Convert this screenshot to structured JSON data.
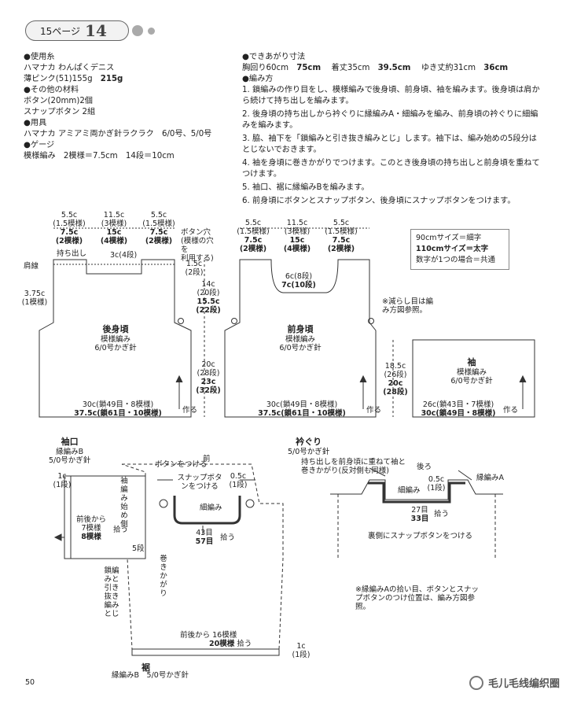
{
  "header": {
    "page_label": "15ページ",
    "pattern_no": "14"
  },
  "materials": {
    "yarn_head": "●使用糸",
    "yarn_line": "ハマナカ わんぱくデニス",
    "yarn_color": "薄ピンク(51)155g",
    "yarn_color_big": "215g",
    "other_head": "●その他の材料",
    "other_1": "ボタン(20mm)2個",
    "other_2": "スナップボタン 2組",
    "tool_head": "●用具",
    "tool_1": "ハマナカ アミアミ両かぎ針ラクラク　6/0号、5/0号",
    "gauge_head": "●ゲージ",
    "gauge_1": "模様編み　2模様＝7.5cm　14段＝10cm"
  },
  "finished": {
    "head": "●できあがり寸法",
    "chest_label": "胸回り60cm",
    "chest_big": "75cm",
    "length_label": "着丈35cm",
    "length_big": "39.5cm",
    "yuki_label": "ゆき丈約31cm",
    "yuki_big": "36cm",
    "method_head": "●編み方"
  },
  "steps": [
    "1. 鎖編みの作り目をし、模様編みで後身頃、前身頃、袖を編みます。後身頃は肩から続けて持ち出しを編みます。",
    "2. 後身頃の持ち出しから衿ぐりに縁編みA・細編みを編み、前身頃の衿ぐりに細編みを編みます。",
    "3. 脇、袖下を「鎖編みと引き抜き編みとじ」します。袖下は、編み始めの5段分はとじないでおきます。",
    "4. 袖を身頃に巻きかがりでつけます。このとき後身頃の持ち出しと前身頃を重ねてつけます。",
    "5. 袖口、裾に縁編みBを編みます。",
    "6. 前身頃にボタンとスナップボタン、後身頃にスナップボタンをつけます。"
  ],
  "legend": {
    "line1": "90cmサイズ＝細字",
    "line2": "110cmサイズ＝太字",
    "line3": "数字が1つの場合＝共通"
  },
  "note_decrease": "※減らし目は編み方図参照。",
  "back": {
    "title": "後身頃",
    "sub1": "模様編み",
    "sub2": "6/0号かぎ針",
    "w_l_small": "5.5c",
    "w_l_small2": "(1.5模様)",
    "w_l_big": "7.5c",
    "w_l_big2": "(2模様)",
    "w_c_small": "11.5c",
    "w_c_small2": "(3模様)",
    "w_c_big": "15c",
    "w_c_big2": "(4模様)",
    "w_r_small": "5.5c",
    "w_r_small2": "(1.5模様)",
    "w_r_big": "7.5c",
    "w_r_big2": "(2模様)",
    "mochidashi": "持ち出し",
    "neck": "3c(4段)",
    "button_hole": "ボタン穴\n(模様の穴を\n利用する)",
    "katasen": "肩線",
    "side_small": "3.75c",
    "side_small2": "(1模様)",
    "bottom_small": "30c(鎖49目・8模様)",
    "bottom_big": "37.5c(鎖61目・10模様)",
    "tsukuru": "作る"
  },
  "center_dims": {
    "a1": "1.5c",
    "a2": "(2段)",
    "b1": "14c",
    "b2": "(20段)",
    "b3": "15.5c",
    "b4": "(22段)",
    "c1": "20c",
    "c2": "(28段)",
    "c3": "23c",
    "c4": "(32段)"
  },
  "front": {
    "title": "前身頃",
    "sub1": "模様編み",
    "sub2": "6/0号かぎ針",
    "w_l_small": "5.5c",
    "w_l_small2": "(1.5模様)",
    "w_l_big": "7.5c",
    "w_l_big2": "(2模様)",
    "w_c_small": "11.5c",
    "w_c_small2": "(3模様)",
    "w_c_big": "15c",
    "w_c_big2": "(4模様)",
    "w_r_small": "5.5c",
    "w_r_small2": "(1.5模様)",
    "w_r_big": "7.5c",
    "w_r_big2": "(2模様)",
    "neck_small": "6c(8段)",
    "neck_big": "7c(10段)",
    "bottom_small": "30c(鎖49目・8模様)",
    "bottom_big": "37.5c(鎖61目・10模様)",
    "tsukuru": "作る"
  },
  "sleeve": {
    "title": "袖",
    "sub1": "模様編み",
    "sub2": "6/0号かぎ針",
    "h1": "18.5c",
    "h2": "(26段)",
    "h3": "20c",
    "h4": "(28段)",
    "bottom_small": "26c(鎖43目・7模様)",
    "bottom_big": "30c(鎖49目・8模様)",
    "tsukuru": "作る"
  },
  "cuff": {
    "title": "袖口",
    "sub1": "縁編みB",
    "sub2": "5/0号かぎ針",
    "c1": "1c",
    "c2": "(1段)",
    "pick1": "前後から",
    "pick2": "7模様",
    "pick3": "8模様",
    "pick4": "拾う",
    "start": "袖編み始め側",
    "five": "5段",
    "maki": "巻きかがり",
    "toji": "鎖編みと引き抜き編みとじ"
  },
  "hem": {
    "title": "裾",
    "sub1": "縁編みB",
    "sub2": "5/0号かぎ針",
    "pick_a": "前後から",
    "pick_b": "16模様",
    "pick_c": "20模様",
    "pick_d": "拾う",
    "c1": "1c",
    "c2": "(1段)"
  },
  "collar": {
    "title": "衿ぐり",
    "sub": "5/0号かぎ針",
    "mae": "前",
    "ushiro": "後ろ",
    "button": "ボタンをつける",
    "snap": "スナップボタンをつける",
    "hosoami": "細編み",
    "c05": "0.5c",
    "c05b": "(1段)",
    "p1": "43目",
    "p2": "57目",
    "p3": "拾う",
    "fuchiA": "縁編みA",
    "hosoami2": "細編み",
    "kasane": "持ち出しを前身頃に重ねて袖と巻きかがり(反対側も同様)",
    "q1": "27目",
    "q2": "33目",
    "q3": "拾う",
    "urasnap": "裏側にスナップボタンをつける",
    "note": "※縁編みAの拾い目、ボタンとスナップボタンのつけ位置は、編み方図参照。"
  },
  "footer": {
    "page": "50",
    "brand": "毛儿毛线编织圈"
  }
}
